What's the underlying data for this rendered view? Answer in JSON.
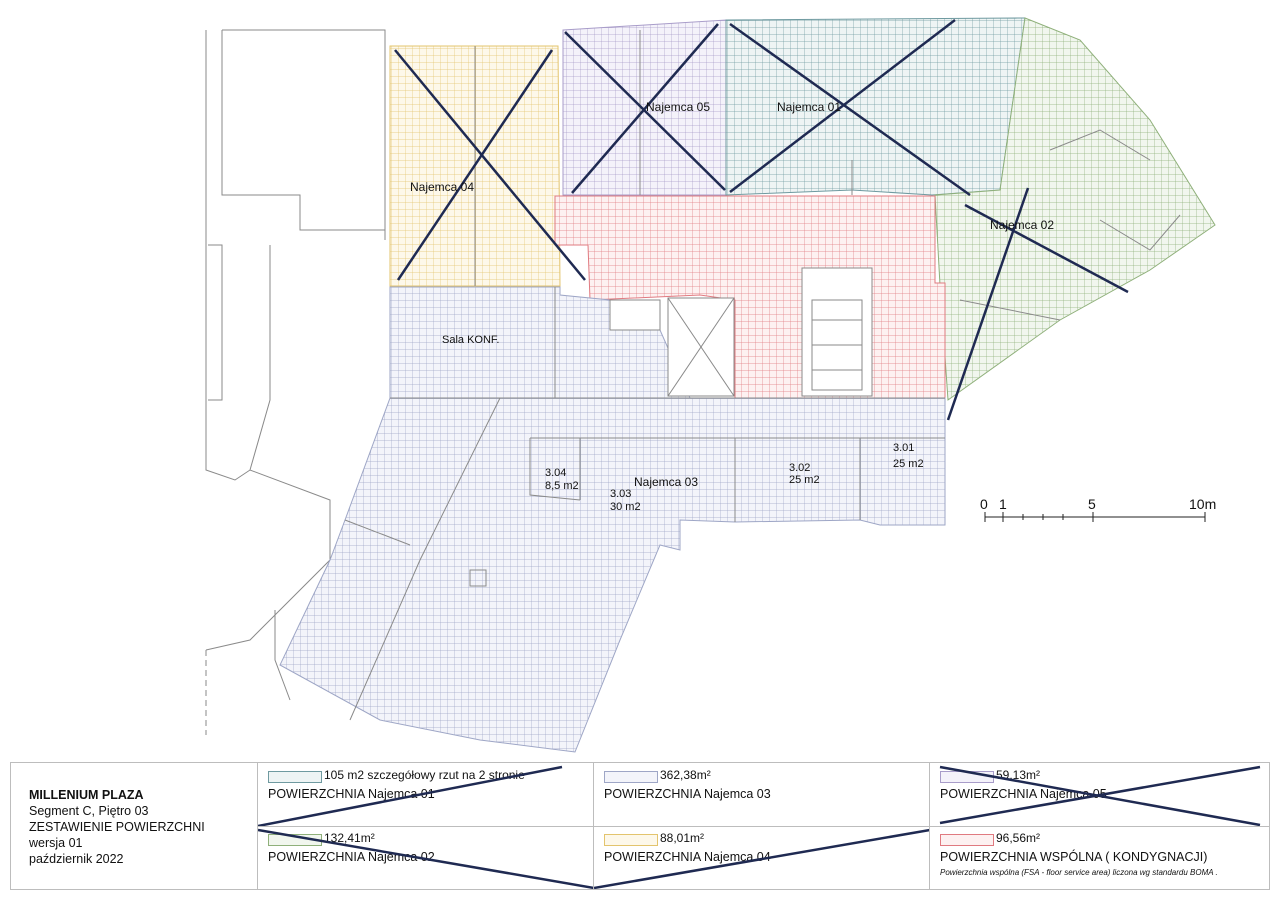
{
  "colors": {
    "najemca01": "#6f9aa0",
    "najemca02": "#8fb07a",
    "najemca03": "#9ea6c6",
    "najemca04": "#e3c46d",
    "najemca05": "#a89cc9",
    "wspolna": "#e07a80",
    "cross": "#1f2a52",
    "walls": "#7a7a7a"
  },
  "plan": {
    "room_labels": {
      "najemca_04": "Najemca 04",
      "najemca_05": "Najemca 05",
      "najemca_01": "Najemca 01",
      "najemca_02": "Najemca 02",
      "sala_konf": "Sala KONF.",
      "najemca_03": "Najemca 03",
      "r304_no": "3.04",
      "r304_area": "8,5 m2",
      "r303_no": "3.03",
      "r303_area": "30 m2",
      "r302_no": "3.02",
      "r302_area": "25 m2",
      "r301_no": "3.01",
      "r301_area": "25 m2"
    },
    "scale_bar": {
      "t0": "0",
      "t1": "1",
      "t5": "5",
      "t10": "10m"
    }
  },
  "legend": {
    "project": {
      "name": "MILLENIUM PLAZA",
      "segment": "Segment C, Piętro 03",
      "title": "ZESTAWIENIE POWIERZCHNI",
      "version": "wersja 01",
      "date": "październik 2022"
    },
    "items": [
      {
        "area": "105 m2 szczegółowy rzut na 2 stronie",
        "name": "POWIERZCHNIA Najemca 01"
      },
      {
        "area": "362,38m²",
        "name": "POWIERZCHNIA Najemca 03"
      },
      {
        "area": "59,13m²",
        "name": "POWIERZCHNIA Najemca 05"
      },
      {
        "area": "132,41m²",
        "name": "POWIERZCHNIA Najemca 02"
      },
      {
        "area": "88,01m²",
        "name": "POWIERZCHNIA Najemca 04"
      },
      {
        "area": "96,56m²",
        "name": "POWIERZCHNIA WSPÓLNA ( KONDYGNACJI)",
        "note": "Powierzchnia wspólna (FSA - floor service area) liczona wg standardu BOMA ."
      }
    ]
  }
}
